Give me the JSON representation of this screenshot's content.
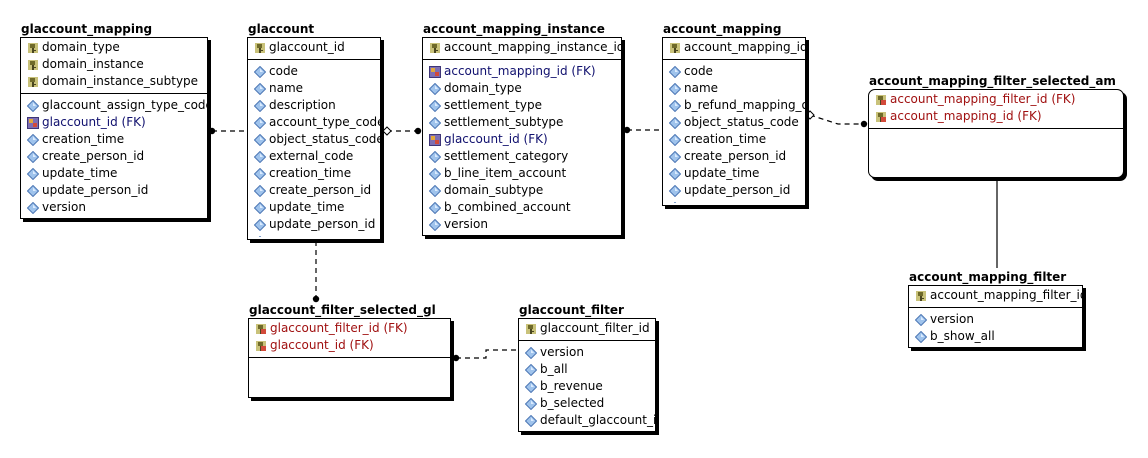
{
  "entities": [
    {
      "id": "glaccount_mapping",
      "name": "glaccount_mapping",
      "keys": [
        {
          "label": "domain_type",
          "icon": "key"
        },
        {
          "label": "domain_instance",
          "icon": "key"
        },
        {
          "label": "domain_instance_subtype",
          "icon": "key"
        }
      ],
      "attributes": [
        {
          "label": "glaccount_assign_type_code",
          "icon": "diamond"
        },
        {
          "label": "glaccount_id (FK)",
          "icon": "fk",
          "style": "fk-blue"
        },
        {
          "label": "creation_time",
          "icon": "diamond"
        },
        {
          "label": "create_person_id",
          "icon": "diamond"
        },
        {
          "label": "update_time",
          "icon": "diamond"
        },
        {
          "label": "update_person_id",
          "icon": "diamond"
        },
        {
          "label": "version",
          "icon": "diamond"
        }
      ]
    },
    {
      "id": "glaccount",
      "name": "glaccount",
      "keys": [
        {
          "label": "glaccount_id",
          "icon": "key"
        }
      ],
      "attributes": [
        {
          "label": "code",
          "icon": "diamond"
        },
        {
          "label": "name",
          "icon": "diamond"
        },
        {
          "label": "description",
          "icon": "diamond"
        },
        {
          "label": "account_type_code",
          "icon": "diamond"
        },
        {
          "label": "object_status_code",
          "icon": "diamond"
        },
        {
          "label": "external_code",
          "icon": "diamond"
        },
        {
          "label": "creation_time",
          "icon": "diamond"
        },
        {
          "label": "create_person_id",
          "icon": "diamond"
        },
        {
          "label": "update_time",
          "icon": "diamond"
        },
        {
          "label": "update_person_id",
          "icon": "diamond"
        }
      ],
      "truncated": true
    },
    {
      "id": "account_mapping_instance",
      "name": "account_mapping_instance",
      "keys": [
        {
          "label": "account_mapping_instance_id",
          "icon": "key"
        }
      ],
      "attributes": [
        {
          "label": "account_mapping_id (FK)",
          "icon": "fk",
          "style": "fk-blue"
        },
        {
          "label": "domain_type",
          "icon": "diamond"
        },
        {
          "label": "settlement_type",
          "icon": "diamond"
        },
        {
          "label": "settlement_subtype",
          "icon": "diamond"
        },
        {
          "label": "glaccount_id (FK)",
          "icon": "fk",
          "style": "fk-blue"
        },
        {
          "label": "settlement_category",
          "icon": "diamond"
        },
        {
          "label": "b_line_item_account",
          "icon": "diamond"
        },
        {
          "label": "domain_subtype",
          "icon": "diamond"
        },
        {
          "label": "b_combined_account",
          "icon": "diamond"
        },
        {
          "label": "version",
          "icon": "diamond"
        }
      ]
    },
    {
      "id": "account_mapping",
      "name": "account_mapping",
      "keys": [
        {
          "label": "account_mapping_id",
          "icon": "key"
        }
      ],
      "attributes": [
        {
          "label": "code",
          "icon": "diamond"
        },
        {
          "label": "name",
          "icon": "diamond"
        },
        {
          "label": "b_refund_mapping_ov",
          "icon": "diamond"
        },
        {
          "label": "object_status_code",
          "icon": "diamond"
        },
        {
          "label": "creation_time",
          "icon": "diamond"
        },
        {
          "label": "create_person_id",
          "icon": "diamond"
        },
        {
          "label": "update_time",
          "icon": "diamond"
        },
        {
          "label": "update_person_id",
          "icon": "diamond"
        }
      ],
      "truncated": true
    },
    {
      "id": "account_mapping_filter_selected_am",
      "name": "account_mapping_filter_selected_am",
      "keys": [
        {
          "label": "account_mapping_filter_id (FK)",
          "icon": "keyfk",
          "style": "fk-red"
        },
        {
          "label": "account_mapping_id (FK)",
          "icon": "keyfk",
          "style": "fk-red"
        }
      ],
      "attributes": [],
      "rounded": true
    },
    {
      "id": "account_mapping_filter",
      "name": "account_mapping_filter",
      "keys": [
        {
          "label": "account_mapping_filter_id",
          "icon": "key"
        }
      ],
      "attributes": [
        {
          "label": "version",
          "icon": "diamond"
        },
        {
          "label": "b_show_all",
          "icon": "diamond"
        }
      ]
    },
    {
      "id": "glaccount_filter_selected_gl",
      "name": "glaccount_filter_selected_gl",
      "keys": [
        {
          "label": "glaccount_filter_id (FK)",
          "icon": "keyfk",
          "style": "fk-red"
        },
        {
          "label": "glaccount_id (FK)",
          "icon": "keyfk",
          "style": "fk-red"
        }
      ],
      "attributes": []
    },
    {
      "id": "glaccount_filter",
      "name": "glaccount_filter",
      "keys": [
        {
          "label": "glaccount_filter_id",
          "icon": "key"
        }
      ],
      "attributes": [
        {
          "label": "version",
          "icon": "diamond"
        },
        {
          "label": "b_all",
          "icon": "diamond"
        },
        {
          "label": "b_revenue",
          "icon": "diamond"
        },
        {
          "label": "b_selected",
          "icon": "diamond"
        },
        {
          "label": "default_glaccount_id",
          "icon": "diamond"
        }
      ]
    }
  ],
  "relationships": [
    {
      "from": "glaccount",
      "to": "glaccount_mapping",
      "child_end": "filled-dot",
      "line": "dashed"
    },
    {
      "from": "glaccount",
      "to": "account_mapping_instance",
      "parent_end": "hollow-diamond",
      "child_end": "filled-dot",
      "line": "dashed"
    },
    {
      "from": "account_mapping",
      "to": "account_mapping_instance",
      "child_end": "filled-dot",
      "line": "dashed"
    },
    {
      "from": "account_mapping",
      "to": "account_mapping_filter_selected_am",
      "parent_end": "hollow-diamond",
      "child_end": "filled-dot",
      "line": "dashed"
    },
    {
      "from": "account_mapping_filter",
      "to": "account_mapping_filter_selected_am",
      "child_end": "filled-dot",
      "line": "solid"
    },
    {
      "from": "glaccount",
      "to": "glaccount_filter_selected_gl",
      "child_end": "filled-dot",
      "line": "dashed"
    },
    {
      "from": "glaccount_filter",
      "to": "glaccount_filter_selected_gl",
      "child_end": "filled-dot",
      "line": "dashed"
    }
  ]
}
